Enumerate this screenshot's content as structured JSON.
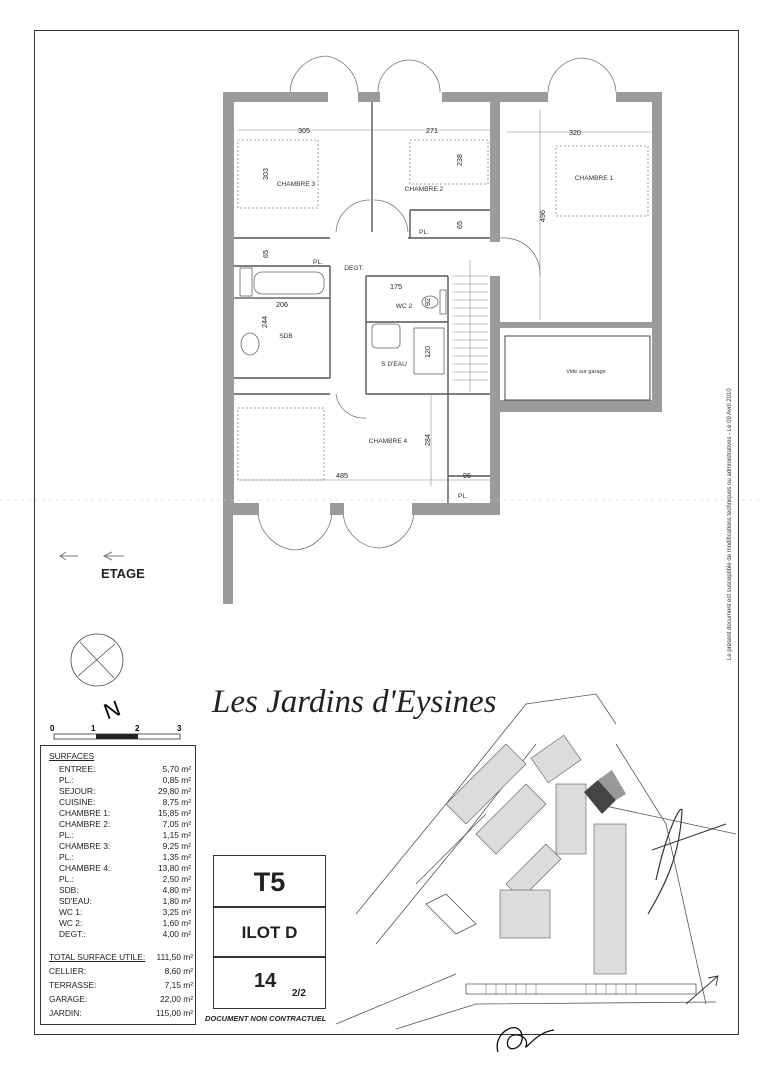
{
  "plan": {
    "dims": {
      "d305": "305",
      "d271": "271",
      "d320": "320",
      "d303": "303",
      "d238": "238",
      "d496": "496",
      "d65a": "65",
      "d65b": "65",
      "d175": "175",
      "d92": "92",
      "d206": "206",
      "d244": "244",
      "d120": "120",
      "d284": "284",
      "d485": "485",
      "d96": "96"
    },
    "rooms": {
      "chambre3": "CHAMBRE 3",
      "chambre2": "CHAMBRE 2",
      "chambre1": "CHAMBRE 1",
      "degt": "DEGT.",
      "wc2": "WC 2",
      "sdb": "SDB",
      "sdeau": "S D'EAU",
      "chambre4": "CHAMBRE 4",
      "pl_a": "PL.",
      "pl_b": "PL.",
      "pl_c": "PL.",
      "vide": "Vide sur garage"
    }
  },
  "side_note": "Le présent document est susceptible de modifications techniques ou administratives - Le 09 Avril 2010",
  "etage": "ETAGE",
  "north": "N",
  "scale": [
    "0",
    "1",
    "2",
    "3"
  ],
  "project_title": "Les Jardins d'Eysines",
  "surfaces": {
    "heading": "SURFACES",
    "rows": [
      {
        "label": "ENTREE:",
        "value": "5,70 m²"
      },
      {
        "label": "PL.:",
        "value": "0,85 m²"
      },
      {
        "label": "SEJOUR:",
        "value": "29,80 m²"
      },
      {
        "label": "CUISINE:",
        "value": "8,75 m²"
      },
      {
        "label": "CHAMBRE 1:",
        "value": "15,85 m²"
      },
      {
        "label": "CHAMBRE 2:",
        "value": "7,05 m²"
      },
      {
        "label": "PL.:",
        "value": "1,15 m²"
      },
      {
        "label": "CHAMBRE 3:",
        "value": "9,25 m²"
      },
      {
        "label": "PL.:",
        "value": "1,35 m²"
      },
      {
        "label": "CHAMBRE 4:",
        "value": "13,80 m²"
      },
      {
        "label": "PL.:",
        "value": "2,50 m²"
      },
      {
        "label": "SDB:",
        "value": "4,80 m²"
      },
      {
        "label": "SD'EAU:",
        "value": "1,80 m²"
      },
      {
        "label": "WC 1:",
        "value": "3,25 m²"
      },
      {
        "label": "WC 2:",
        "value": "1,60 m²"
      },
      {
        "label": "DEGT.:",
        "value": "4,00 m²"
      }
    ],
    "total": {
      "label": "TOTAL SURFACE UTILE:",
      "value": "111,50 m²"
    },
    "extras": [
      {
        "label": "CELLIER:",
        "value": "8,60 m²"
      },
      {
        "label": "TERRASSE:",
        "value": "7,15 m²"
      },
      {
        "label": "GARAGE:",
        "value": "22,00 m²"
      },
      {
        "label": "JARDIN:",
        "value": "115,00 m²"
      }
    ]
  },
  "type": "T5",
  "ilot": "ILOT D",
  "lot_number": "14",
  "page": "2/2",
  "disclaimer": "DOCUMENT NON CONTRACTUEL"
}
